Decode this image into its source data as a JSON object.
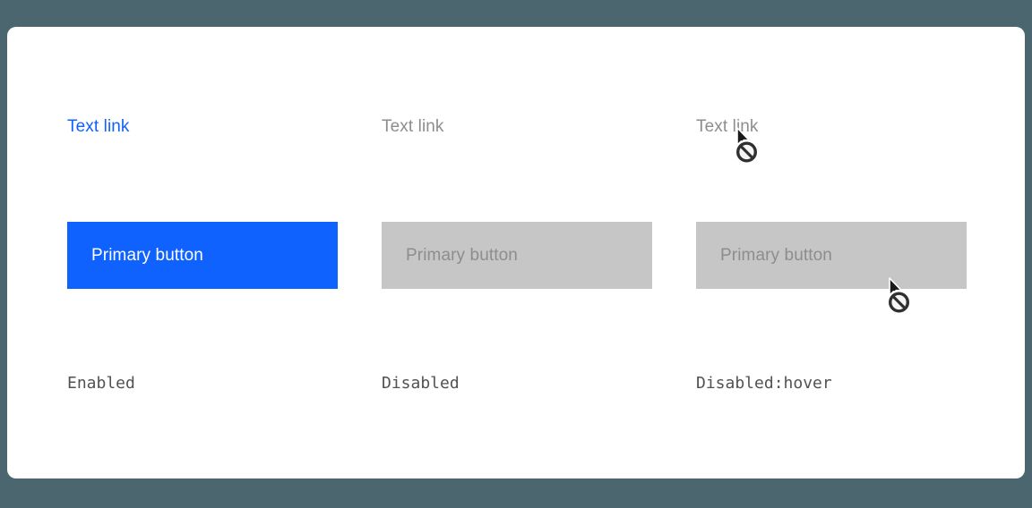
{
  "colors": {
    "frame": "#4c6670",
    "canvas": "#ffffff",
    "primary_blue": "#0f62fe",
    "enabled_button_text": "#ffffff",
    "disabled_fill": "#c6c6c6",
    "disabled_text": "#8d8d8d",
    "state_label_text": "#525252",
    "cursor_black": "#1a1a1a",
    "not_allowed_ring": "#303030"
  },
  "icons": {
    "cursor_arrow": "pointer-arrow-icon",
    "not_allowed": "not-allowed-circle-slash-icon"
  },
  "columns": [
    {
      "state": "enabled",
      "text_link": "Text link",
      "button_label": "Primary button",
      "state_label": "Enabled",
      "shows_cursor": false
    },
    {
      "state": "disabled",
      "text_link": "Text link",
      "button_label": "Primary button",
      "state_label": "Disabled",
      "shows_cursor": false
    },
    {
      "state": "disabled-hover",
      "text_link": "Text link",
      "button_label": "Primary button",
      "state_label": "Disabled:hover",
      "shows_cursor": true
    }
  ]
}
